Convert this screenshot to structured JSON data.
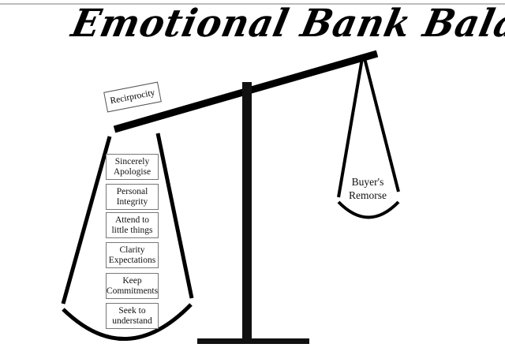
{
  "title": "Emotional Bank Balance",
  "left_pan": {
    "label": "Recirprocity",
    "items": [
      "Sincerely Apologise",
      "Personal Integrity",
      "Attend to little things",
      "Clarity Expectations",
      "Keep Commitments",
      "Seek to understand"
    ]
  },
  "right_pan": {
    "label": "Buyer's Remorse"
  }
}
